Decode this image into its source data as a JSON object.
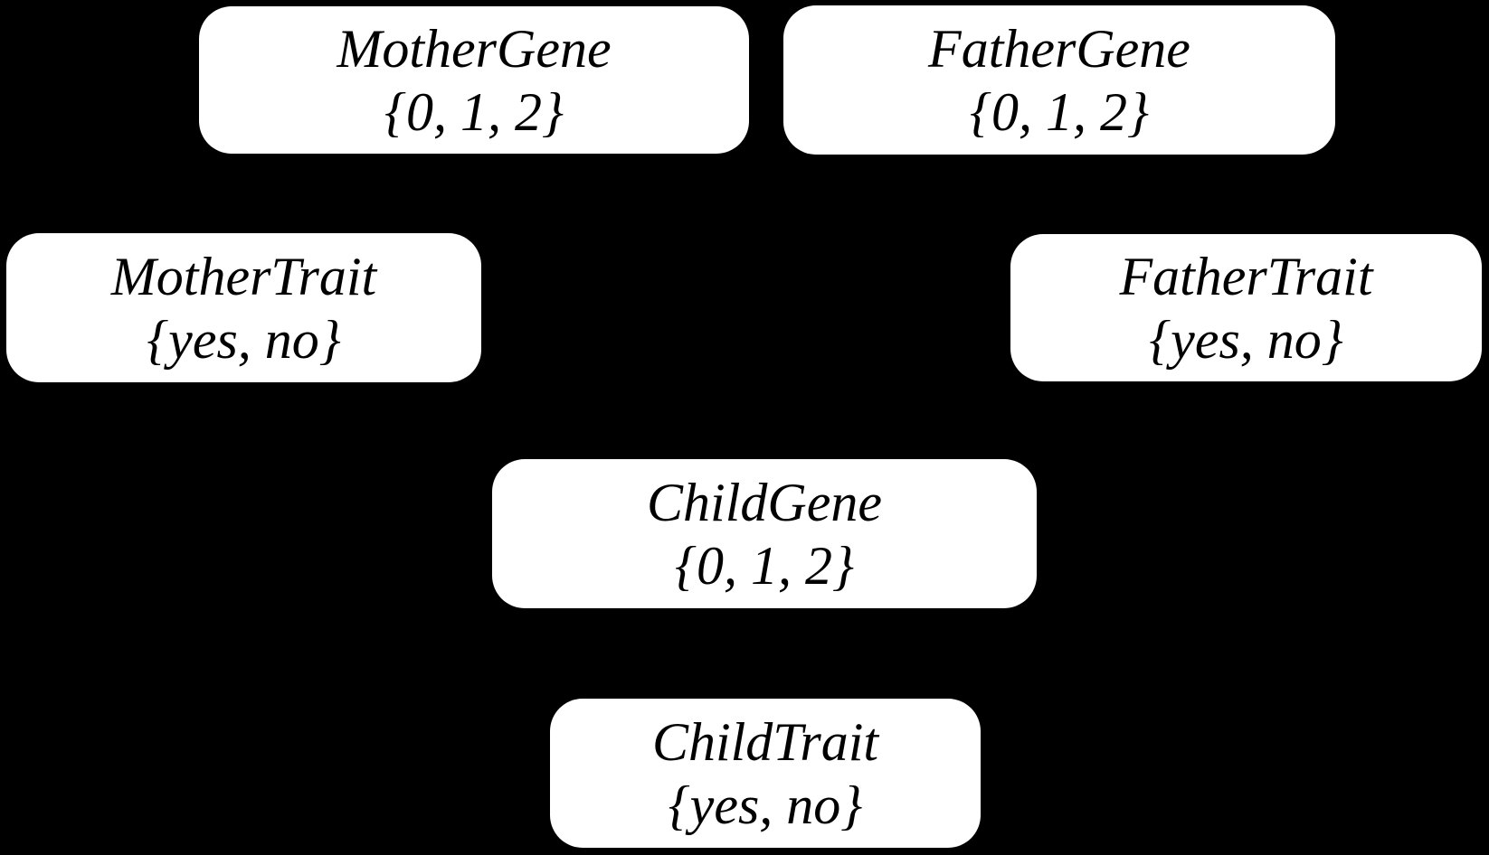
{
  "diagram": {
    "kind": "bayesian-network",
    "background_color": "#000000",
    "node_fill_color": "#ffffff",
    "node_text_color": "#000000",
    "visible_edges": []
  },
  "nodes": [
    {
      "id": "mother-gene",
      "label": "MotherGene",
      "domain": "{0, 1, 2}"
    },
    {
      "id": "father-gene",
      "label": "FatherGene",
      "domain": "{0, 1, 2}"
    },
    {
      "id": "mother-trait",
      "label": "MotherTrait",
      "domain": "{yes, no}"
    },
    {
      "id": "father-trait",
      "label": "FatherTrait",
      "domain": "{yes, no}"
    },
    {
      "id": "child-gene",
      "label": "ChildGene",
      "domain": "{0, 1, 2}"
    },
    {
      "id": "child-trait",
      "label": "ChildTrait",
      "domain": "{yes, no}"
    }
  ]
}
